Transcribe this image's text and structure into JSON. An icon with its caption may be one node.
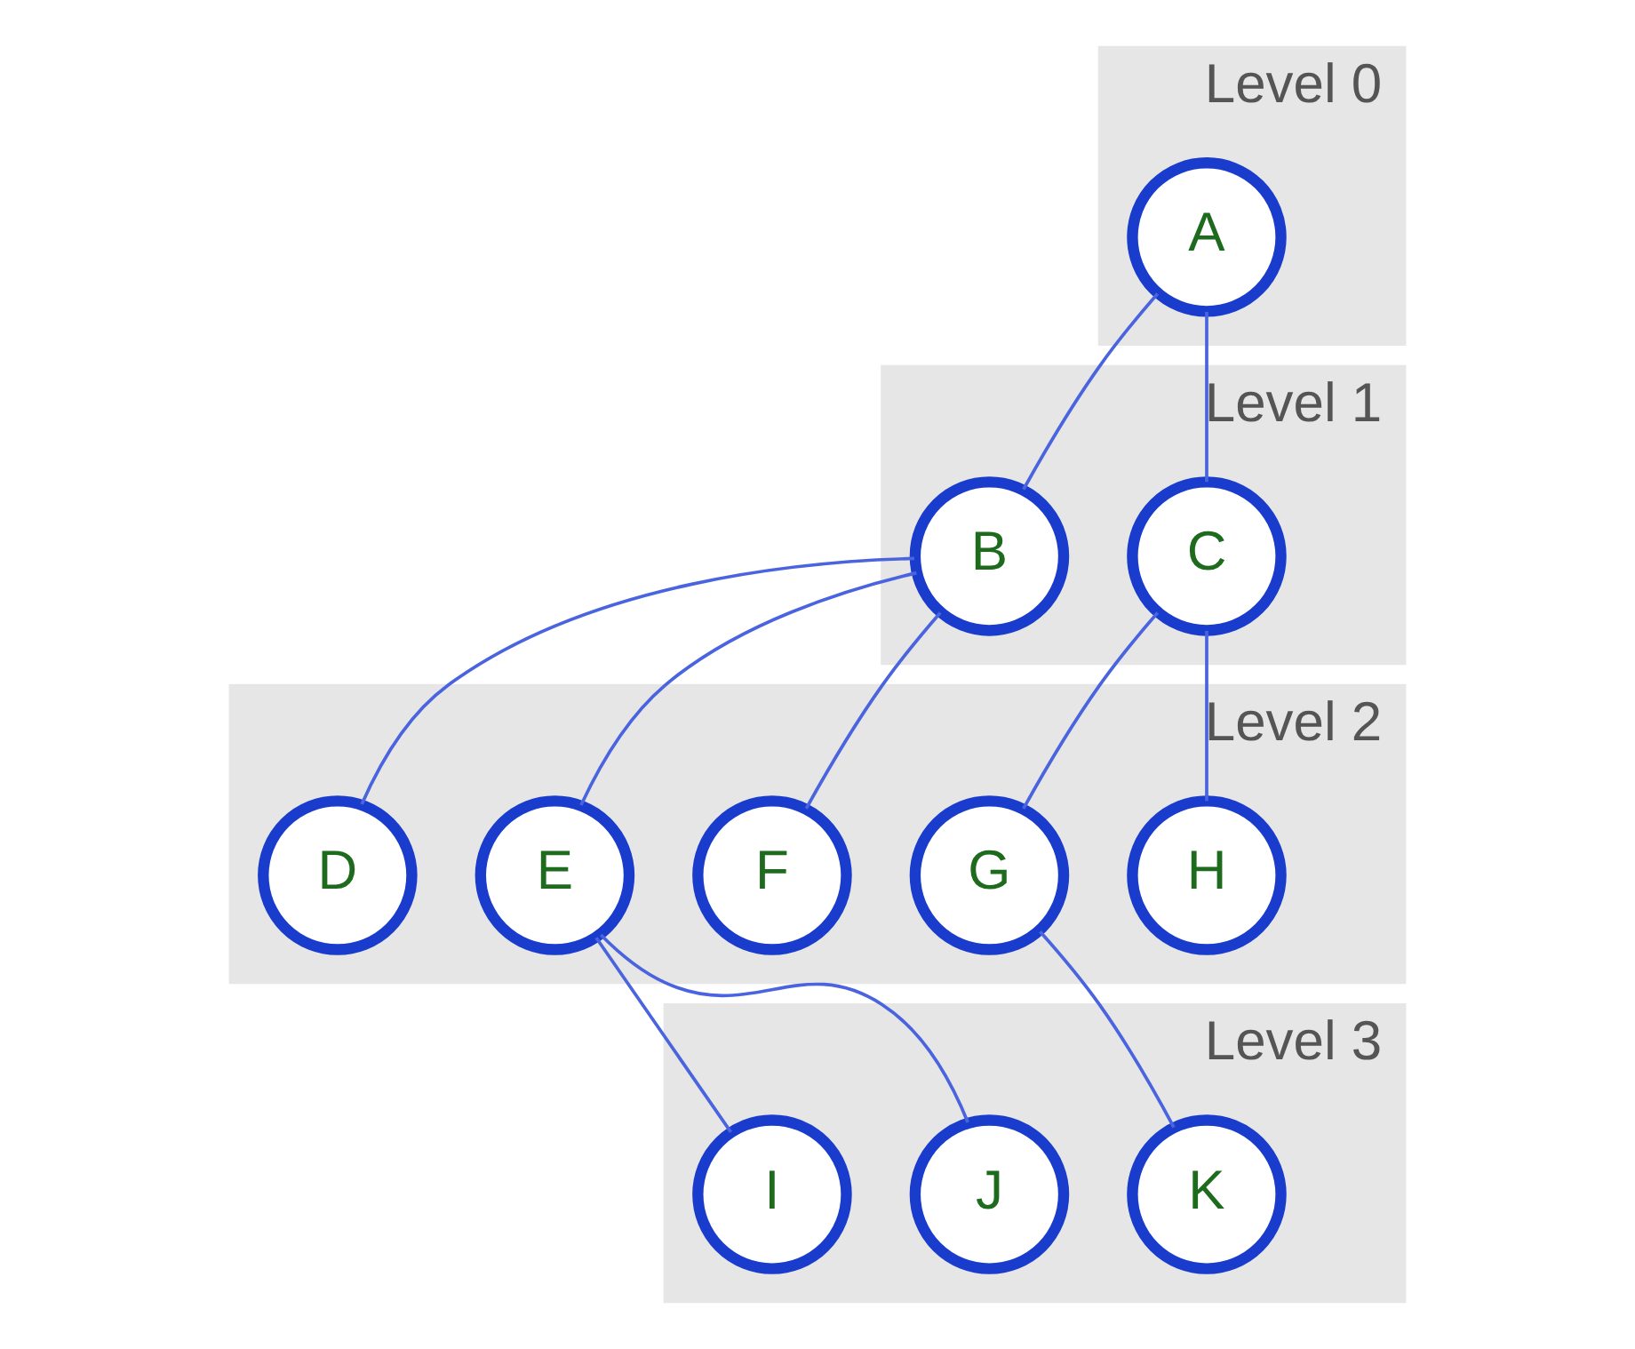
{
  "diagram": {
    "nodes": [
      {
        "text": [
          "Level 0"
        ]
      },
      {
        "text": [
          "A"
        ],
        "in": 0
      },
      {
        "text": [
          "Level 1"
        ]
      },
      {
        "text": [
          "B"
        ],
        "in": 2
      },
      {
        "text": [
          "C"
        ],
        "in": 2
      },
      {
        "text": [
          "Level 2"
        ]
      },
      {
        "text": [
          "D"
        ],
        "in": 5
      },
      {
        "text": [
          "E"
        ],
        "in": 5
      },
      {
        "text": [
          "F"
        ],
        "in": 5
      },
      {
        "text": [
          "G"
        ],
        "in": 5
      },
      {
        "text": [
          "H"
        ],
        "in": 5
      },
      {
        "text": [
          "Level 3"
        ]
      },
      {
        "text": [
          "I"
        ],
        "in": 11
      },
      {
        "text": [
          "J"
        ],
        "in": 11
      },
      {
        "text": [
          "K"
        ],
        "in": 11
      }
    ],
    "edges": [
      {
        "from": 1,
        "to": 3,
        "arrow": "none"
      },
      {
        "from": 1,
        "to": 4,
        "arrow": "none"
      },
      {
        "from": 3,
        "to": 6,
        "arrow": "none"
      },
      {
        "from": 3,
        "to": 7,
        "arrow": "none"
      },
      {
        "from": 3,
        "to": 8,
        "arrow": "none"
      },
      {
        "from": 4,
        "to": 9,
        "arrow": "none"
      },
      {
        "from": 4,
        "to": 10,
        "arrow": "none"
      },
      {
        "from": 7,
        "to": 12,
        "arrow": "none"
      },
      {
        "from": 7,
        "to": 13,
        "arrow": "none"
      },
      {
        "from": 9,
        "to": 14,
        "arrow": "none"
      }
    ]
  }
}
